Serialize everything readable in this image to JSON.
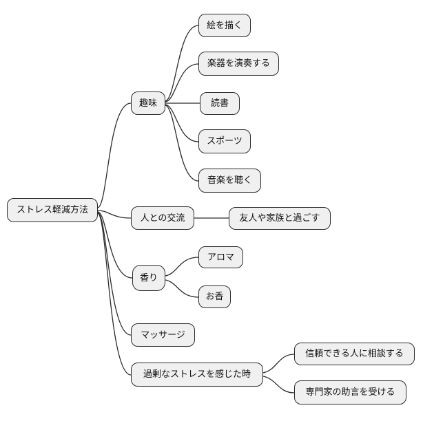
{
  "diagram": {
    "root": {
      "label": "ストレス軽減方法"
    },
    "branches": [
      {
        "label": "趣味",
        "children": [
          {
            "label": "絵を描く"
          },
          {
            "label": "楽器を演奏する"
          },
          {
            "label": "読書"
          },
          {
            "label": "スポーツ"
          },
          {
            "label": "音楽を聴く"
          }
        ]
      },
      {
        "label": "人との交流",
        "children": [
          {
            "label": "友人や家族と過ごす"
          }
        ]
      },
      {
        "label": "香り",
        "children": [
          {
            "label": "アロマ"
          },
          {
            "label": "お香"
          }
        ]
      },
      {
        "label": "マッサージ",
        "children": []
      },
      {
        "label": "過剰なストレスを感じた時",
        "children": [
          {
            "label": "信頼できる人に相談する"
          },
          {
            "label": "専門家の助言を受ける"
          }
        ]
      }
    ]
  },
  "colors": {
    "background": "#ffffff",
    "node_fill": "#f0f0f0",
    "node_border": "#2b2b2b",
    "edge": "#2b2b2b",
    "text": "#111111"
  }
}
